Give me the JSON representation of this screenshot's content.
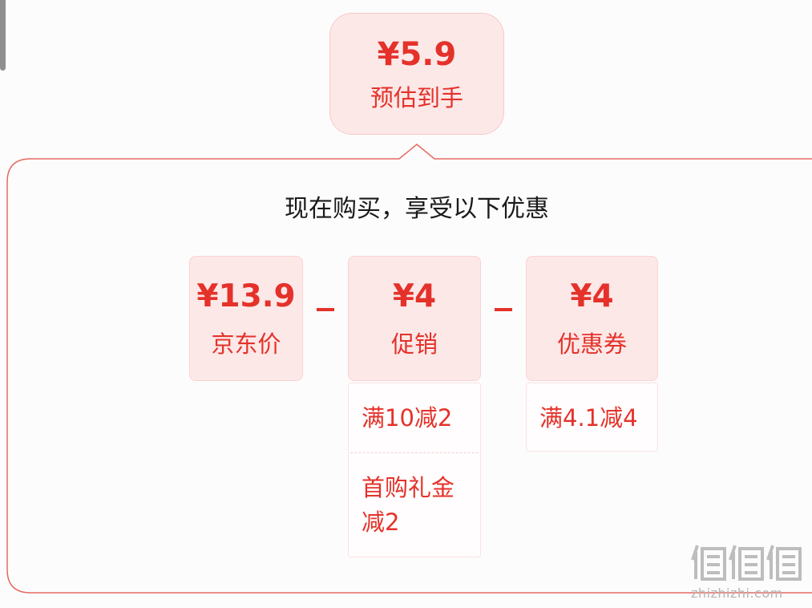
{
  "estimate": {
    "price": "¥5.9",
    "label": "预估到手"
  },
  "panel": {
    "title": "现在购买，享受以下优惠"
  },
  "cards": [
    {
      "value": "¥13.9",
      "label": "京东价"
    },
    {
      "value": "¥4",
      "label": "促销"
    },
    {
      "value": "¥4",
      "label": "优惠券"
    }
  ],
  "promotions": [
    "满10减2",
    "首购礼金减2"
  ],
  "coupons": [
    "满4.1减4"
  ],
  "watermark": {
    "logo": "值值值",
    "url": "zhizhizhi.com"
  },
  "colors": {
    "accent": "#e4322a",
    "card_bg": "#fde8e8",
    "outline": "#e56a63"
  }
}
